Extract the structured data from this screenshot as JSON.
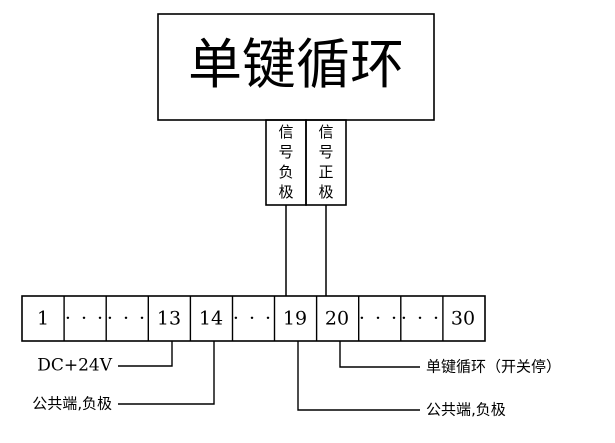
{
  "diagram": {
    "title_box": {
      "label": "单键循环"
    },
    "signal_boxes": [
      {
        "name": "signal-negative",
        "label": "信号负极",
        "chars": [
          "信",
          "号",
          "负",
          "极"
        ]
      },
      {
        "name": "signal-positive",
        "label": "信号正极",
        "chars": [
          "信",
          "号",
          "正",
          "极"
        ]
      }
    ],
    "terminal_strip": {
      "cells": [
        {
          "label": "1",
          "type": "number"
        },
        {
          "label": "·  ·  ·",
          "type": "dots"
        },
        {
          "label": "·  ·  ·",
          "type": "dots"
        },
        {
          "label": "13",
          "type": "number"
        },
        {
          "label": "14",
          "type": "number"
        },
        {
          "label": "·  ·  ·",
          "type": "dots"
        },
        {
          "label": "19",
          "type": "number"
        },
        {
          "label": "20",
          "type": "number"
        },
        {
          "label": "·  ·  ·",
          "type": "dots"
        },
        {
          "label": "·  ·  ·",
          "type": "dots"
        },
        {
          "label": "30",
          "type": "number"
        }
      ]
    },
    "annotations": [
      {
        "name": "dc-24v",
        "label": "DC+24V",
        "side": "left",
        "terminal": "13"
      },
      {
        "name": "common-negative-left",
        "label": "公共端‚负极",
        "side": "left",
        "terminal": "14"
      },
      {
        "name": "single-key-cycle-switch",
        "label": "单键循环（开关停）",
        "side": "right",
        "terminal": "20"
      },
      {
        "name": "common-negative-right",
        "label": "公共端‚负极",
        "side": "right",
        "terminal": "19"
      }
    ],
    "colors": {
      "stroke": "#000000",
      "background": "#ffffff"
    }
  }
}
